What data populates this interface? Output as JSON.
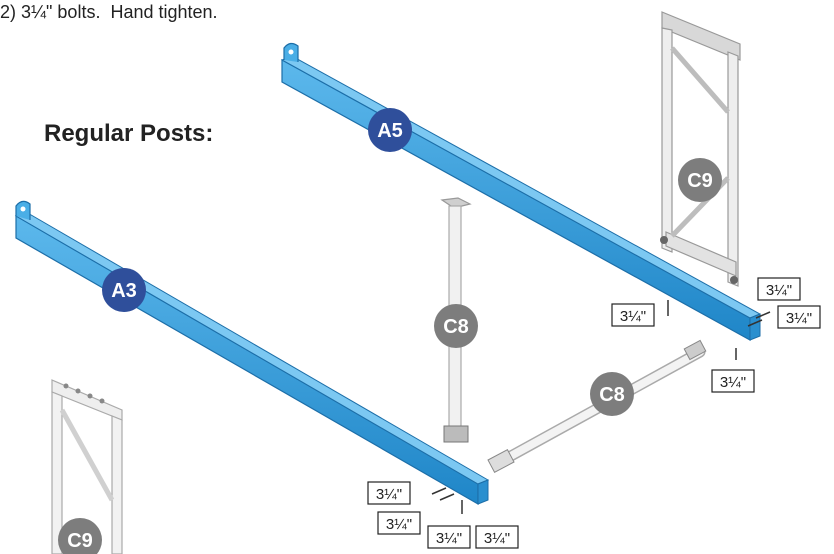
{
  "instruction": "2) 3¼\" bolts.  Hand tighten.",
  "heading": "Regular Posts:",
  "parts": {
    "a5": "A5",
    "a3": "A3",
    "c9_top": "C9",
    "c9_bottom": "C9",
    "c8_vertical": "C8",
    "c8_diagonal": "C8"
  },
  "bolt_label": "3¼\"",
  "colors": {
    "beam_blue": "#3aa3e0",
    "beam_blue_dark": "#1f7fbf",
    "badge_blue": "#2f4f9b",
    "badge_gray": "#7d7d7d",
    "frame_gray": "#e6e6e6",
    "frame_outline": "#999999"
  }
}
